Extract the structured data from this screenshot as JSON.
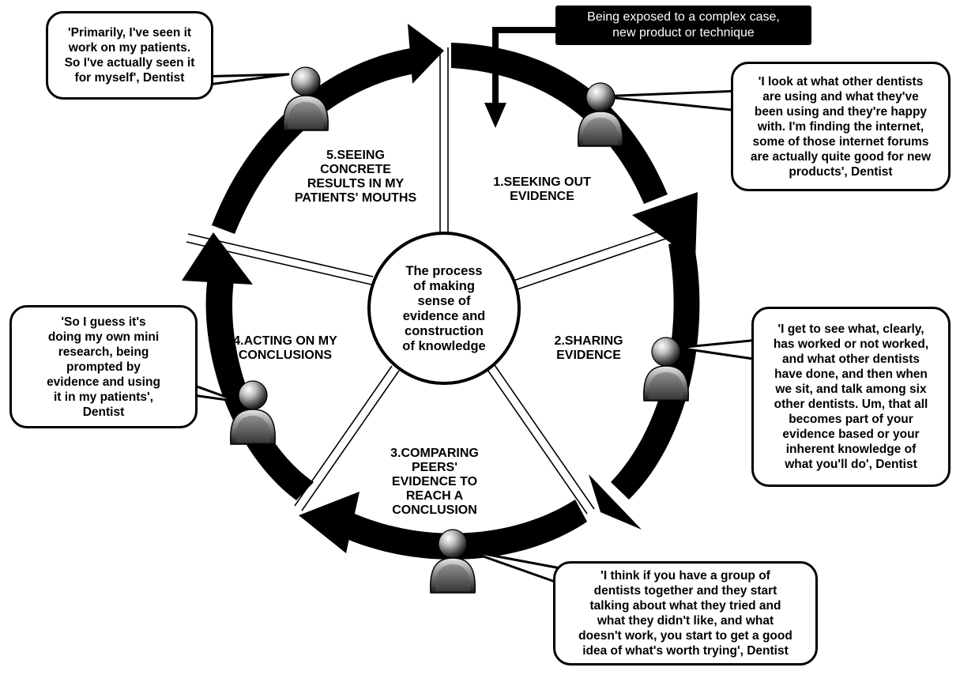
{
  "trigger": {
    "text": "Being exposed to a complex case,\nnew product  or technique"
  },
  "center": {
    "text": "The process\nof making\nsense of\nevidence and\nconstruction\nof knowledge"
  },
  "stages": [
    {
      "label": "1.SEEKING OUT\nEVIDENCE"
    },
    {
      "label": "2.SHARING\nEVIDENCE"
    },
    {
      "label": "3.COMPARING\nPEERS'\nEVIDENCE TO\nREACH A\nCONCLUSION"
    },
    {
      "label": "4.ACTING ON MY\nCONCLUSIONS"
    },
    {
      "label": "5.SEEING\nCONCRETE\nRESULTS IN MY\nPATIENTS' MOUTHS"
    }
  ],
  "quotes": [
    {
      "text": "'I look at what other dentists\nare using and what they've\nbeen using and they're happy\nwith. I'm finding the internet,\nsome of those internet forums\nare actually quite good for new\nproducts', Dentist"
    },
    {
      "text": "'I get to see what, clearly,\nhas worked or not worked,\nand what other dentists\nhave done, and then when\nwe sit, and talk among six\nother dentists. Um, that all\nbecomes part of your\nevidence based or your\ninherent knowledge of\nwhat you'll do', Dentist"
    },
    {
      "text": "'I think if you have a group of\ndentists together and they start\ntalking about what they tried and\nwhat they didn't like, and what\ndoesn't work, you start to get a good\nidea of what's worth trying', Dentist"
    },
    {
      "text": "'So I guess it's\ndoing my own mini\nresearch, being\nprompted by\nevidence and using\nit in my patients',\nDentist"
    },
    {
      "text": "'Primarily, I've seen it\nwork on my patients.\nSo I've actually seen it\nfor myself', Dentist"
    }
  ],
  "colors": {
    "arrow": "#000000",
    "background": "#ffffff",
    "person_light": "#d4d4d4",
    "person_dark": "#2a2a2a"
  },
  "icons": [
    "person-icon",
    "arrow-icon"
  ]
}
